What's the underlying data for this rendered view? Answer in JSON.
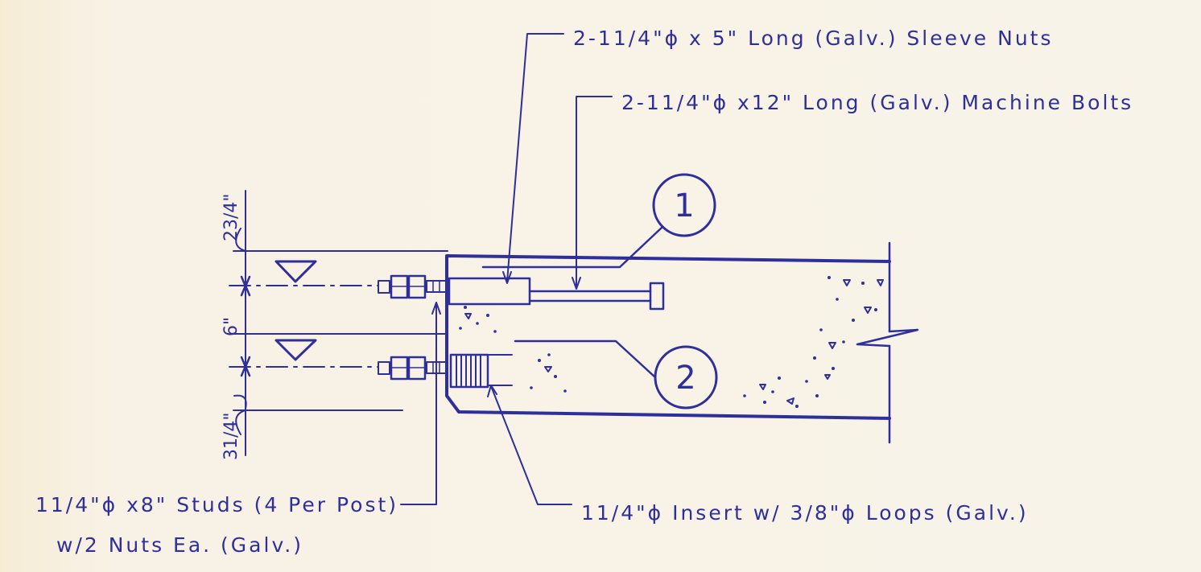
{
  "callouts": {
    "sleeve_nuts": "2-11/4\"ϕ x 5\" Long (Galv.) Sleeve Nuts",
    "machine_bolts": "2-11/4\"ϕ x12\" Long (Galv.) Machine Bolts",
    "studs_line1": "11/4\"ϕ x8\" Studs (4 Per Post)",
    "studs_line2": "w/2 Nuts Ea. (Galv.)",
    "insert": "11/4\"ϕ Insert w/ 3/8\"ϕ Loops (Galv.)"
  },
  "dimensions": {
    "top": "23/4\"",
    "middle": "6\"",
    "bottom": "31/4\""
  },
  "detail_tags": {
    "tag_1": "1",
    "tag_2": "2"
  },
  "colors": {
    "ink": "#2e2f9a",
    "paper": "#f8f3e8"
  }
}
